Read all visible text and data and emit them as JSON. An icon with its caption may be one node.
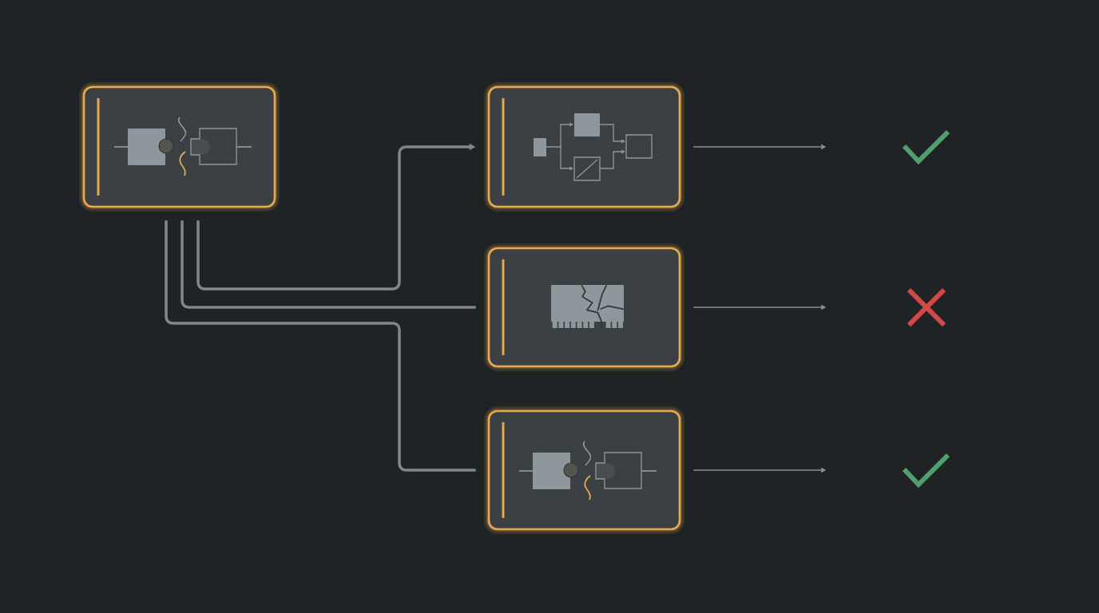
{
  "diagram": {
    "nodes": [
      {
        "text": [],
        "shape": "box"
      },
      {
        "text": [],
        "shape": "box"
      },
      {
        "text": [],
        "shape": "box"
      },
      {
        "text": [],
        "shape": "box"
      },
      {
        "text": [],
        "shape": "check"
      },
      {
        "text": [],
        "shape": "cross"
      },
      {
        "text": [],
        "shape": "check"
      }
    ],
    "edges": [
      {
        "from": 0,
        "to": 1,
        "arrow": "to"
      },
      {
        "from": 0,
        "to": 2,
        "arrow": "none"
      },
      {
        "from": 0,
        "to": 3,
        "arrow": "none"
      },
      {
        "from": 1,
        "to": null,
        "arrow": "to"
      },
      {
        "from": 2,
        "to": null,
        "arrow": "to"
      },
      {
        "from": 3,
        "to": null,
        "arrow": "to"
      }
    ]
  }
}
